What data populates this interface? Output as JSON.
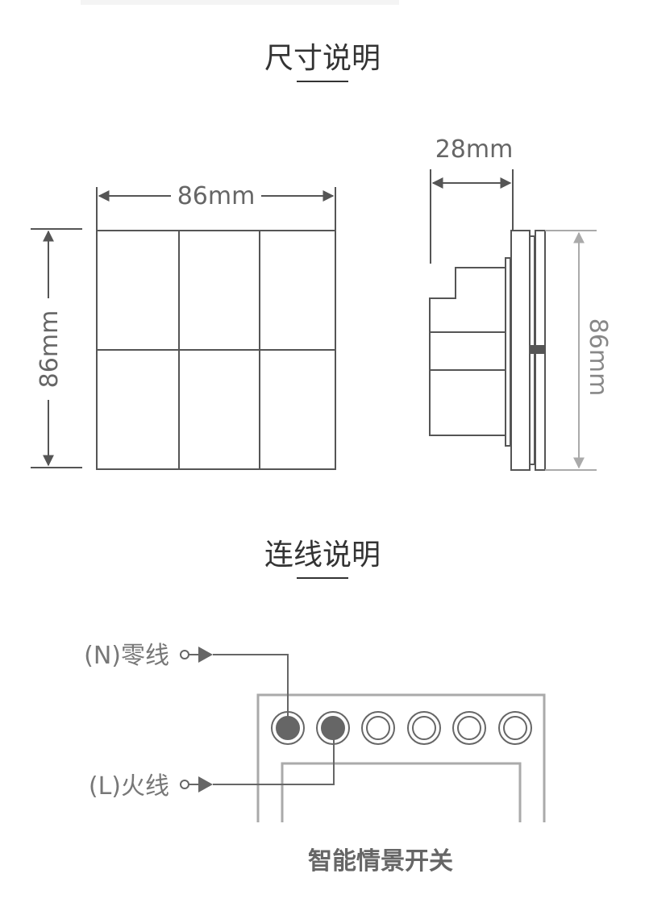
{
  "dimensions_section": {
    "title": "尺寸说明",
    "front_width_label": "86mm",
    "front_height_label": "86mm",
    "side_depth_label": "28mm",
    "side_height_label": "86mm"
  },
  "wiring_section": {
    "title": "连线说明",
    "neutral_label": "(N)零线",
    "live_label": "(L)火线",
    "device_label": "智能情景开关",
    "terminal_count": 6,
    "connected_terminals": [
      1,
      2
    ]
  },
  "colors": {
    "line": "#555555",
    "light_line": "#aaaaaa",
    "terminal_fill": "#666666"
  }
}
